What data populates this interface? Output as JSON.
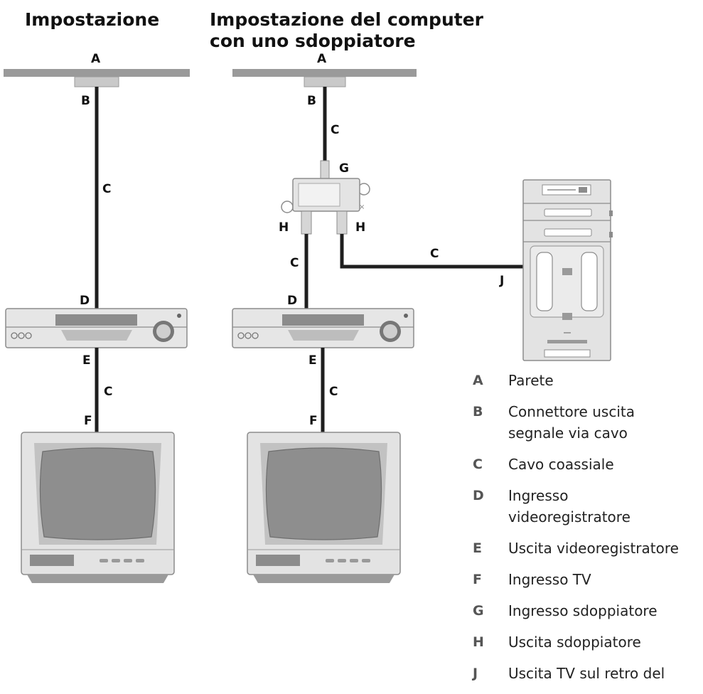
{
  "titles": {
    "left": "Impostazione",
    "right_line1": "Impostazione del computer",
    "right_line2": "con uno sdoppiatore"
  },
  "diagram_labels": {
    "left": {
      "A": "A",
      "B": "B",
      "C": "C",
      "D": "D",
      "E": "E",
      "C2": "C",
      "F": "F"
    },
    "right": {
      "A": "A",
      "B": "B",
      "C": "C",
      "G": "G",
      "H1": "H",
      "H2": "H",
      "C3": "C",
      "C4": "C",
      "J": "J",
      "D": "D",
      "E": "E",
      "C5": "C",
      "F": "F"
    }
  },
  "legend": [
    {
      "letter": "A",
      "text": "Parete"
    },
    {
      "letter": "B",
      "text": "Connettore uscita segnale via cavo"
    },
    {
      "letter": "C",
      "text": "Cavo coassiale"
    },
    {
      "letter": "D",
      "text": "Ingresso videoregistratore"
    },
    {
      "letter": "E",
      "text": "Uscita videoregistratore"
    },
    {
      "letter": "F",
      "text": "Ingresso TV"
    },
    {
      "letter": "G",
      "text": "Ingresso sdoppiatore"
    },
    {
      "letter": "H",
      "text": "Uscita sdoppiatore"
    },
    {
      "letter": "J",
      "text": "Uscita TV sul retro del"
    }
  ],
  "colors": {
    "cable": "#1e1e1e",
    "device_fill": "#e4e4e4",
    "device_stroke": "#8a8a8a",
    "wall": "#9a9a9a"
  }
}
